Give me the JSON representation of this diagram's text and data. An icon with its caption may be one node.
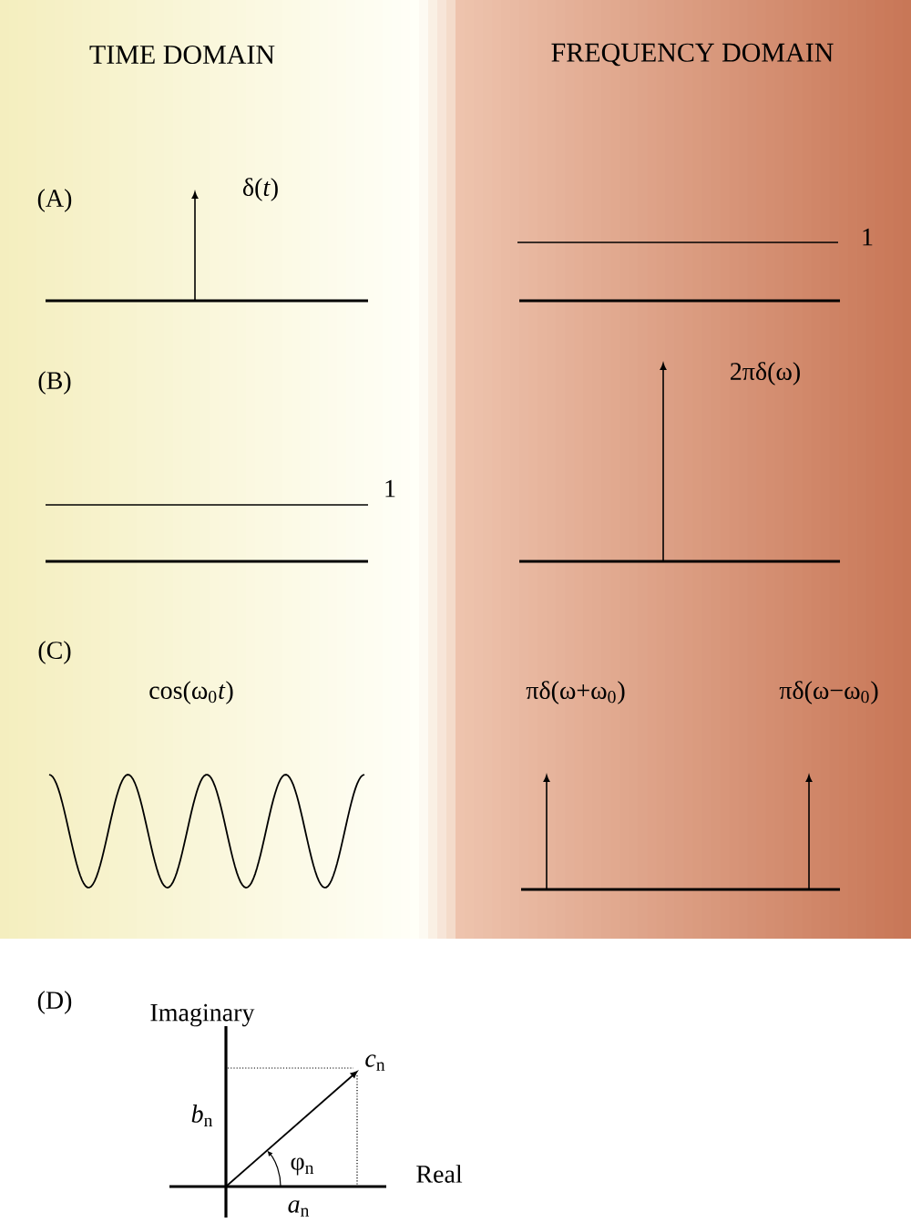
{
  "diagram": {
    "labels": [
      "TIME DOMAIN",
      "FREQUENCY DOMAIN",
      "(A)",
      "δ(*t*)",
      "1",
      "(B)",
      "2πδ(ω)",
      "1",
      "(C)",
      "cos(ω$_{0}$*t*)",
      "πδ(ω+ω$_{0}$)",
      "πδ(ω−ω$_{0}$)",
      "(D)",
      "Imaginary",
      "*c*$_{n}$",
      "*b*$_{n}$",
      "φ$_{n}$",
      "Real",
      "*a*$_{n}$"
    ]
  }
}
